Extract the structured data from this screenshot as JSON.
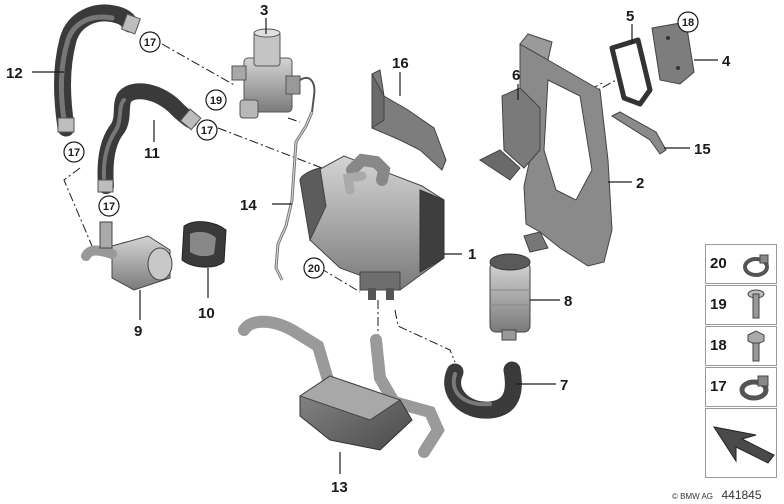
{
  "callouts": {
    "c1": "1",
    "c2": "2",
    "c3": "3",
    "c4": "4",
    "c5": "5",
    "c6": "6",
    "c7": "7",
    "c8": "8",
    "c9": "9",
    "c10": "10",
    "c11": "11",
    "c12": "12",
    "c13": "13",
    "c14": "14",
    "c15": "15",
    "c16": "16"
  },
  "circled": {
    "a": "17",
    "b": "17",
    "c": "17",
    "d": "17",
    "e": "19",
    "f": "18",
    "g": "20"
  },
  "panel": {
    "p20": "20",
    "p19": "19",
    "p18": "18",
    "p17": "17"
  },
  "footer": {
    "brand": "© BMW AG",
    "code": "441845"
  }
}
